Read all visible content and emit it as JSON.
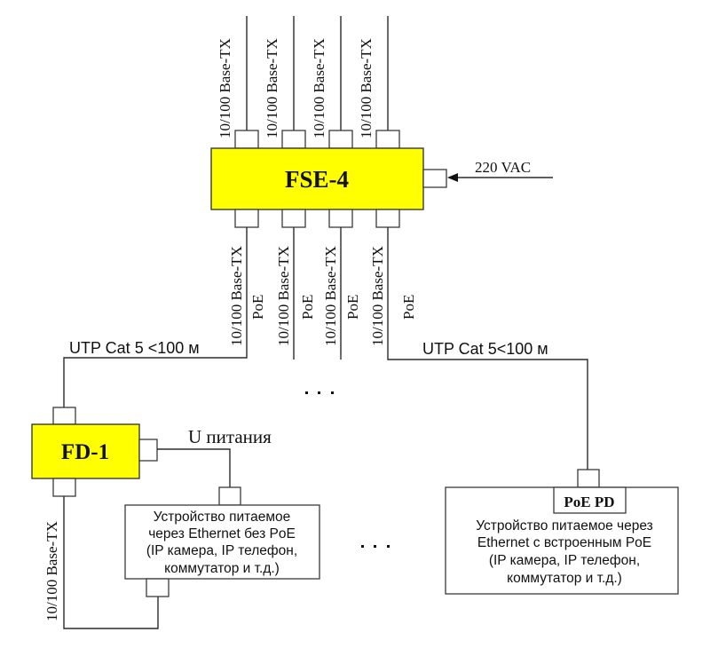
{
  "switch": {
    "name": "FSE-4",
    "color": "#ffff00",
    "uplink_ports": [
      {
        "label": "10/100 Base-TX"
      },
      {
        "label": "10/100 Base-TX"
      },
      {
        "label": "10/100 Base-TX"
      },
      {
        "label": "10/100 Base-TX"
      }
    ],
    "downlink_ports": [
      {
        "data_label": "10/100 Base-TX",
        "power_label": "PoE"
      },
      {
        "data_label": "10/100 Base-TX",
        "power_label": "PoE"
      },
      {
        "data_label": "10/100 Base-TX",
        "power_label": "PoE"
      },
      {
        "data_label": "10/100 Base-TX",
        "power_label": "PoE"
      }
    ],
    "power_input": "220 VAC"
  },
  "cables": {
    "left": "UTP Cat 5 <100 м",
    "right": "UTP Cat 5<100 м"
  },
  "splitter": {
    "name": "FD-1",
    "color": "#ffff00",
    "power_output_label": "U питания",
    "data_output_label": "10/100 Base-TX"
  },
  "device_non_poe": {
    "lines": [
      "Устройство питаемое",
      "через Ethernet без PoE",
      "(IP камера, IP телефон,",
      "коммутатор и т.д.)"
    ]
  },
  "device_poe": {
    "badge": "PoE PD",
    "lines": [
      "Устройство питаемое через",
      "Ethernet с встроенным PoE",
      "(IP камера, IP телефон,",
      "коммутатор и т.д.)"
    ]
  },
  "ellipsis": "..."
}
